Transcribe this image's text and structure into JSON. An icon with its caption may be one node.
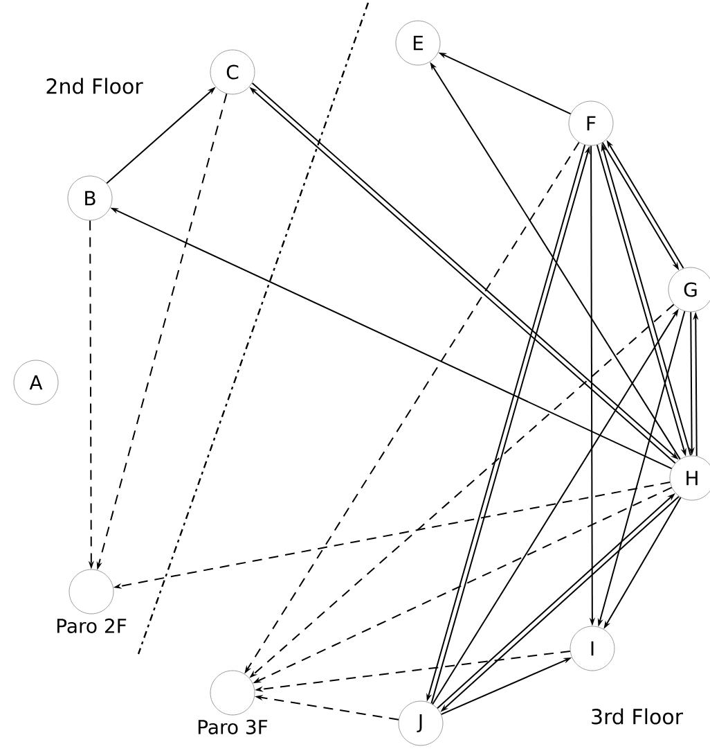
{
  "diagram": {
    "nodes": [
      {
        "text": [
          "A"
        ]
      },
      {
        "text": [
          "B"
        ]
      },
      {
        "text": [
          "C"
        ]
      },
      {
        "text": [
          "E"
        ]
      },
      {
        "text": [
          "F"
        ]
      },
      {
        "text": [
          "G"
        ]
      },
      {
        "text": [
          "H"
        ]
      },
      {
        "text": [
          "I"
        ]
      },
      {
        "text": [
          "J"
        ]
      },
      {
        "text": [],
        "shape": "circle",
        "beside": [
          "Paro 2F"
        ]
      },
      {
        "text": [],
        "shape": "circle",
        "beside": [
          "Paro 3F"
        ]
      }
    ],
    "edges": [
      {
        "from": 1,
        "to": 2,
        "arrow": "to"
      },
      {
        "from": 1,
        "to": 9,
        "arrow": "to",
        "style": "dashed"
      },
      {
        "from": 2,
        "to": 9,
        "arrow": "to",
        "style": "dashed"
      },
      {
        "from": 6,
        "to": 2,
        "arrow": "to"
      },
      {
        "from": 2,
        "to": 6,
        "arrow": "to"
      },
      {
        "from": 6,
        "to": 1,
        "arrow": "to"
      },
      {
        "from": 4,
        "to": 3,
        "arrow": "to"
      },
      {
        "from": 6,
        "to": 3,
        "arrow": "to"
      },
      {
        "from": 4,
        "to": 5,
        "arrow": "to"
      },
      {
        "from": 5,
        "to": 4,
        "arrow": "to"
      },
      {
        "from": 4,
        "to": 6,
        "arrow": "to"
      },
      {
        "from": 6,
        "to": 4,
        "arrow": "to"
      },
      {
        "from": 5,
        "to": 6,
        "arrow": "to"
      },
      {
        "from": 6,
        "to": 5,
        "arrow": "to"
      },
      {
        "from": 4,
        "to": 7,
        "arrow": "to"
      },
      {
        "from": 4,
        "to": 8,
        "arrow": "to"
      },
      {
        "from": 8,
        "to": 4,
        "arrow": "to"
      },
      {
        "from": 5,
        "to": 7,
        "arrow": "to"
      },
      {
        "from": 8,
        "to": 5,
        "arrow": "to"
      },
      {
        "from": 6,
        "to": 7,
        "arrow": "to"
      },
      {
        "from": 8,
        "to": 6,
        "arrow": "to"
      },
      {
        "from": 6,
        "to": 8,
        "arrow": "to"
      },
      {
        "from": 8,
        "to": 7,
        "arrow": "to"
      },
      {
        "from": 4,
        "to": 10,
        "arrow": "to",
        "style": "dashed"
      },
      {
        "from": 5,
        "to": 10,
        "arrow": "to",
        "style": "dashed"
      },
      {
        "from": 6,
        "to": 9,
        "arrow": "to",
        "style": "dashed"
      },
      {
        "from": 6,
        "to": 10,
        "arrow": "to",
        "style": "dashed"
      },
      {
        "from": 7,
        "to": 10,
        "arrow": "to",
        "style": "dashed"
      },
      {
        "from": 8,
        "to": 10,
        "arrow": "to",
        "style": "dashed"
      }
    ],
    "labels": [
      "2nd Floor",
      "3rd Floor"
    ]
  }
}
